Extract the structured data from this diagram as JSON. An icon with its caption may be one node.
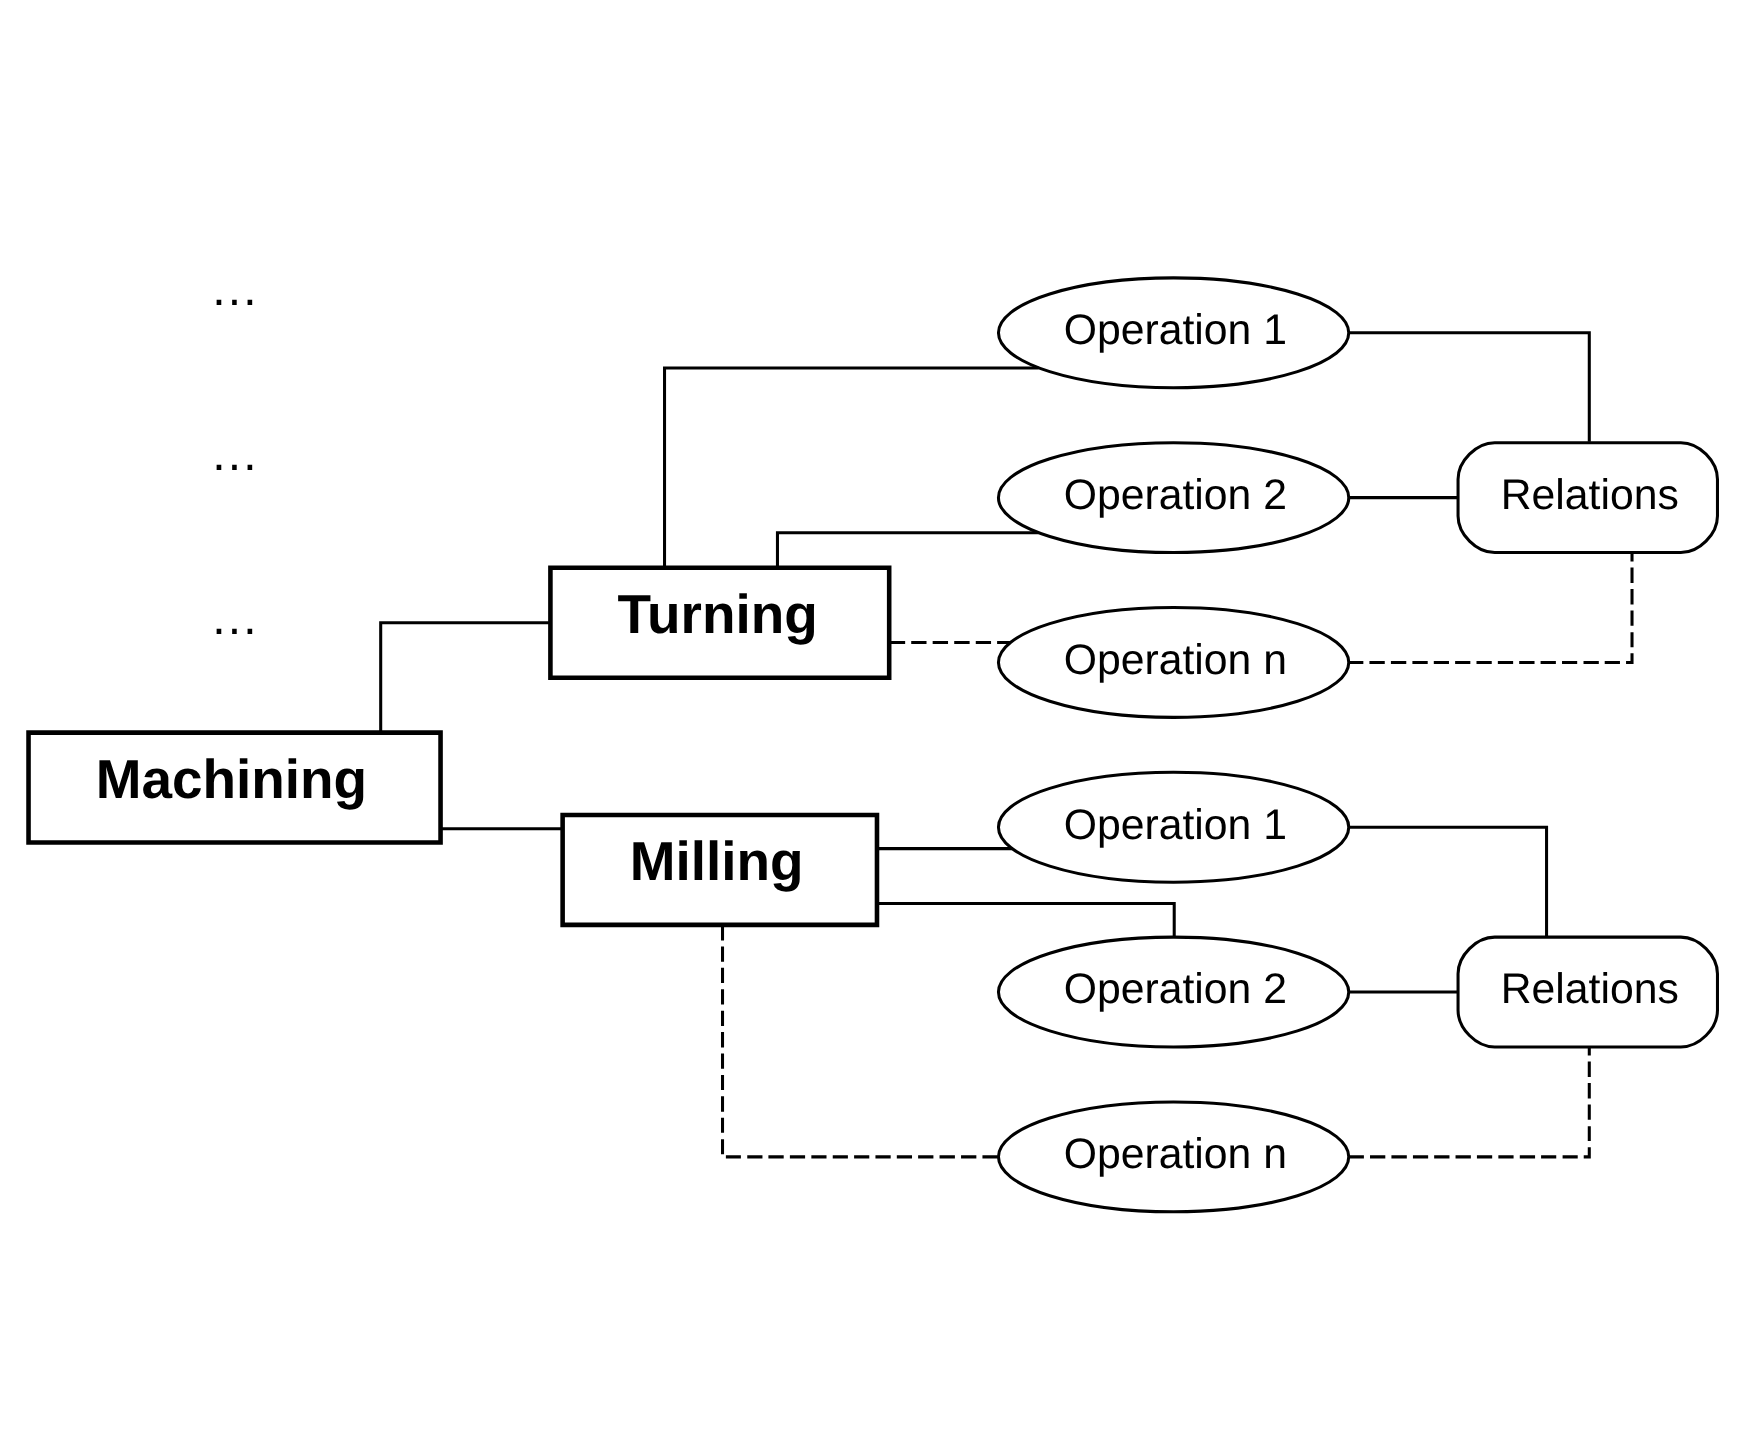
{
  "diagram": {
    "nodes": [
      {
        "text": [
          "Machining"
        ]
      },
      {
        "text": [
          "Turning"
        ]
      },
      {
        "text": [
          "Operation 1"
        ]
      },
      {
        "text": [
          "Operation 2"
        ]
      },
      {
        "text": [
          "Operation n"
        ]
      },
      {
        "text": [
          "Relations"
        ]
      },
      {
        "text": [
          "Milling"
        ]
      },
      {
        "text": [
          "Operation 1"
        ]
      },
      {
        "text": [
          "Operation 2"
        ]
      },
      {
        "text": [
          "Operation n"
        ]
      },
      {
        "text": [
          "Relations"
        ]
      }
    ],
    "edges": [
      {
        "from": 0,
        "to": 1,
        "arrow": "none"
      },
      {
        "from": 0,
        "to": 6,
        "arrow": "none"
      },
      {
        "from": 1,
        "to": 2,
        "arrow": "none"
      },
      {
        "from": 1,
        "to": 3,
        "arrow": "none"
      },
      {
        "from": 1,
        "to": 4,
        "arrow": "none",
        "style": "dashed"
      },
      {
        "from": 2,
        "to": 5,
        "arrow": "none"
      },
      {
        "from": 3,
        "to": 5,
        "arrow": "none"
      },
      {
        "from": 4,
        "to": 5,
        "arrow": "none",
        "style": "dashed"
      },
      {
        "from": 6,
        "to": 7,
        "arrow": "none"
      },
      {
        "from": 6,
        "to": 8,
        "arrow": "none"
      },
      {
        "from": 6,
        "to": 9,
        "arrow": "none",
        "style": "dashed"
      },
      {
        "from": 7,
        "to": 10,
        "arrow": "none"
      },
      {
        "from": 8,
        "to": 10,
        "arrow": "none"
      },
      {
        "from": 9,
        "to": 10,
        "arrow": "none",
        "style": "dashed"
      }
    ],
    "labels": [
      "…",
      "…",
      "…"
    ]
  }
}
